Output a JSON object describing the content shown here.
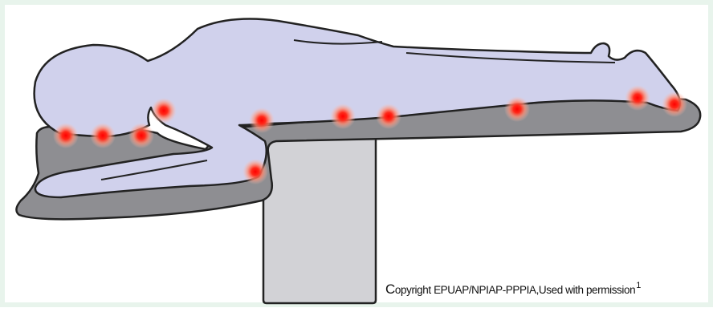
{
  "colors": {
    "frame": "#e8f4ec",
    "mattress": "#8e8e92",
    "table_pedestal": "#d2d2d6",
    "body": "#d0d1ec",
    "outline": "#222222",
    "pressure_point": "#ff1a1a"
  },
  "icons": {
    "pressure_point": "red-glow-dot"
  },
  "caption": {
    "first_letter": "C",
    "rest": "opyright EPUAP/NPIAP-PPPIA,Used with permission",
    "superscript": "1"
  }
}
